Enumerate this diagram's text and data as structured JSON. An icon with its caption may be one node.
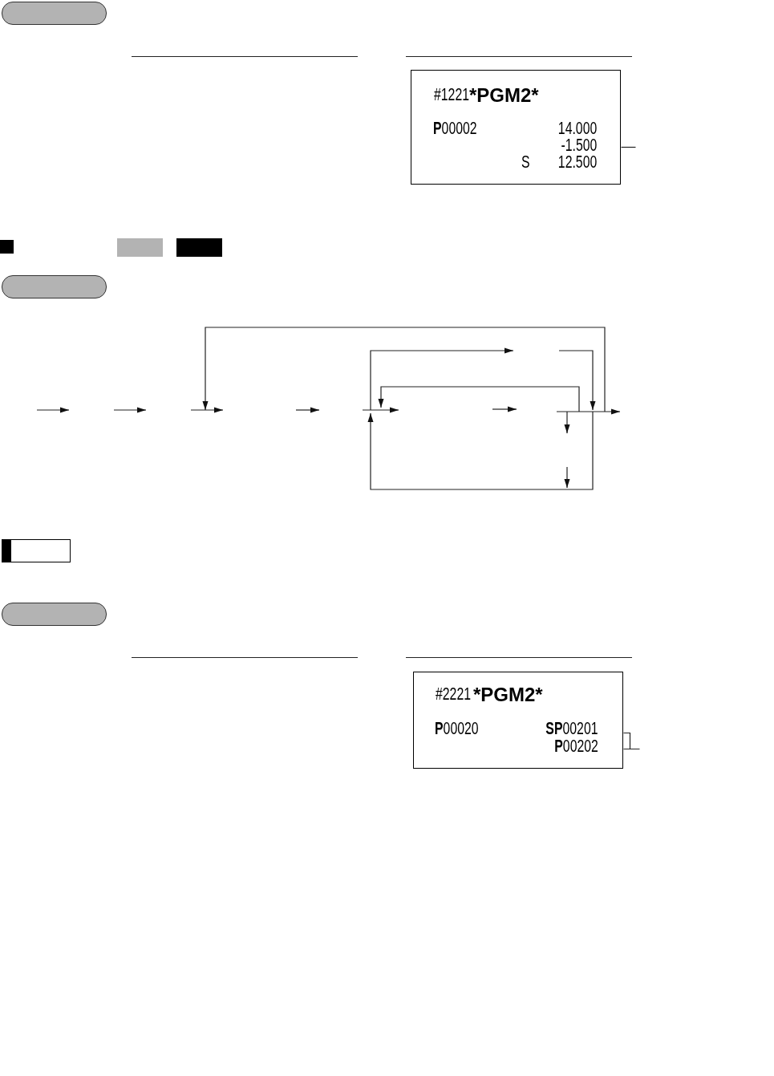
{
  "diagram": {
    "nodes": [
      {
        "text": [],
        "shape": "pill"
      },
      {
        "text": [
          "#1221",
          "*PGM2*",
          "**P**00002",
          "14.000",
          "-1.500",
          "S",
          "12.500"
        ]
      },
      {
        "text": [],
        "shape": "pill"
      },
      {
        "text": [],
        "shape": "box"
      },
      {
        "text": [],
        "shape": "pill"
      },
      {
        "text": [
          "#2221",
          "*PGM2*",
          "**P**00020",
          "**SP**00201",
          "**P**00202"
        ]
      }
    ],
    "edges": [
      {
        "from": 1,
        "to": null,
        "arrow": "none"
      },
      {
        "from": 5,
        "to": null,
        "arrow": "none"
      }
    ]
  }
}
